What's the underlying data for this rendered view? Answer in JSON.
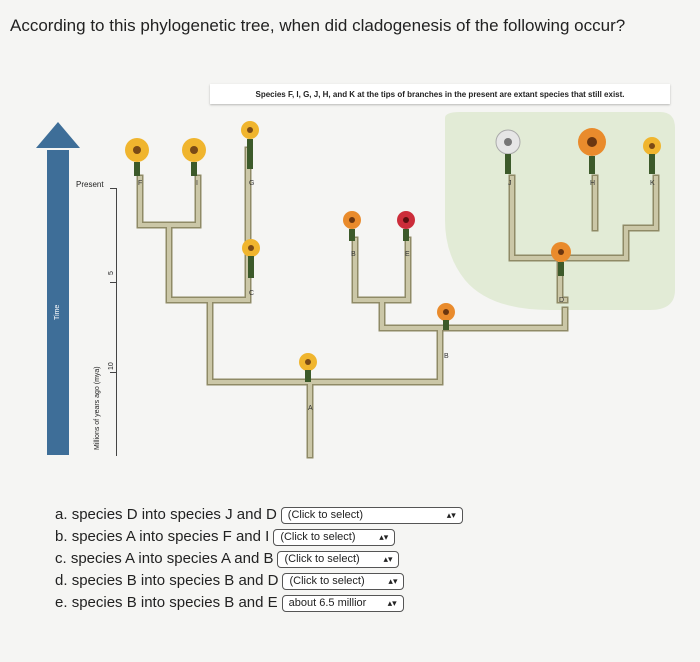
{
  "question": "According to this phylogenetic tree, when did cladogenesis of the following occur?",
  "figure": {
    "caption": "Species F, I, G, J, H, and K at the tips of branches in the present are extant species that still exist.",
    "time_label": "Time",
    "axis_title": "Millions of years ago (mya)",
    "axis_present": "Present",
    "tick_5": "5",
    "tick_10": "10",
    "species_labels": {
      "F": "F",
      "I": "I",
      "G": "G",
      "C": "C",
      "B1": "B",
      "E": "E",
      "B2": "B",
      "A": "A",
      "J": "J",
      "H": "H",
      "K": "K",
      "D": "D"
    },
    "colors": {
      "branch": "#c7c3a4",
      "branch_edge": "#8f8a66",
      "highlight": "#e2ebd6",
      "time_bar": "#3e6e98",
      "flower_yellow": "#f0b52e",
      "flower_orange": "#e98b2c",
      "flower_red": "#cc2d3a",
      "flower_white": "#e6e6e6"
    }
  },
  "options": [
    {
      "prefix": "a.",
      "text": "species D into species J and D",
      "select_value": "(Click to select)",
      "wide": true
    },
    {
      "prefix": "b.",
      "text": "species A into species F and I",
      "select_value": "(Click to select)",
      "wide": false
    },
    {
      "prefix": "c.",
      "text": "species A into species A and B",
      "select_value": "(Click to select)",
      "wide": false
    },
    {
      "prefix": "d.",
      "text": "species B into species B and D",
      "select_value": "(Click to select)",
      "wide": false
    },
    {
      "prefix": "e.",
      "text": "species B into species B and E",
      "select_value": "about 6.5 millior",
      "wide": false
    }
  ]
}
